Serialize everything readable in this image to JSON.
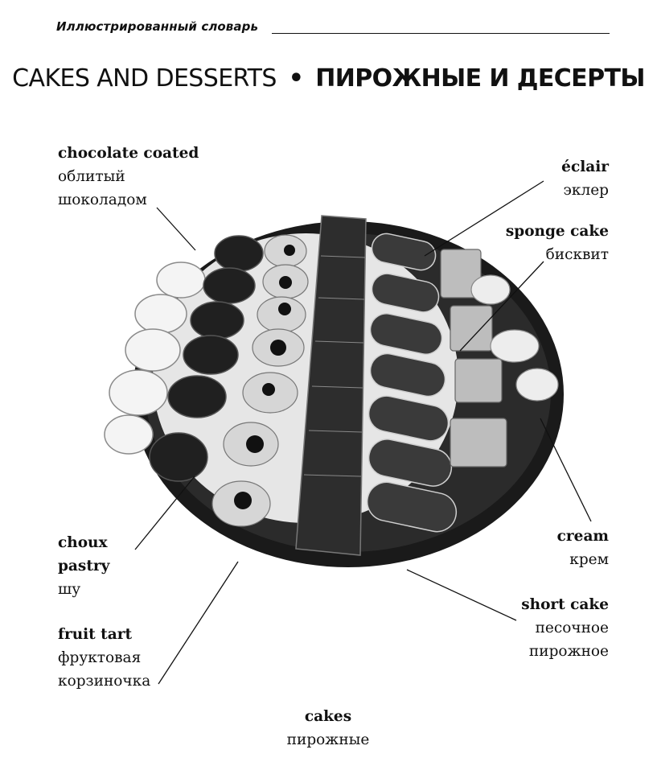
{
  "header": {
    "running_head": "Иллюстрированный словарь"
  },
  "title": {
    "english": "CAKES AND DESSERTS",
    "separator": "•",
    "russian": "ПИРОЖНЫЕ И ДЕСЕРТЫ"
  },
  "labels": {
    "chocolate_coated": {
      "en": "chocolate coated",
      "ru_line1": "облитый",
      "ru_line2": "шоколадом"
    },
    "eclair": {
      "en": "éclair",
      "ru": "эклер"
    },
    "sponge_cake": {
      "en": "sponge cake",
      "ru": "бисквит"
    },
    "choux_pastry": {
      "en_line1": "choux",
      "en_line2": "pastry",
      "ru": "шу"
    },
    "cream": {
      "en": "cream",
      "ru": "крем"
    },
    "fruit_tart": {
      "en": "fruit tart",
      "ru_line1": "фруктовая",
      "ru_line2": "корзиночка"
    },
    "short_cake": {
      "en": "short cake",
      "ru_line1": "песочное",
      "ru_line2": "пирожное"
    },
    "cakes": {
      "en": "cakes",
      "ru": "пирожные"
    }
  },
  "colors": {
    "ink": "#111111",
    "plate": "#1a1a1a",
    "doily": "#e8e8e8"
  }
}
